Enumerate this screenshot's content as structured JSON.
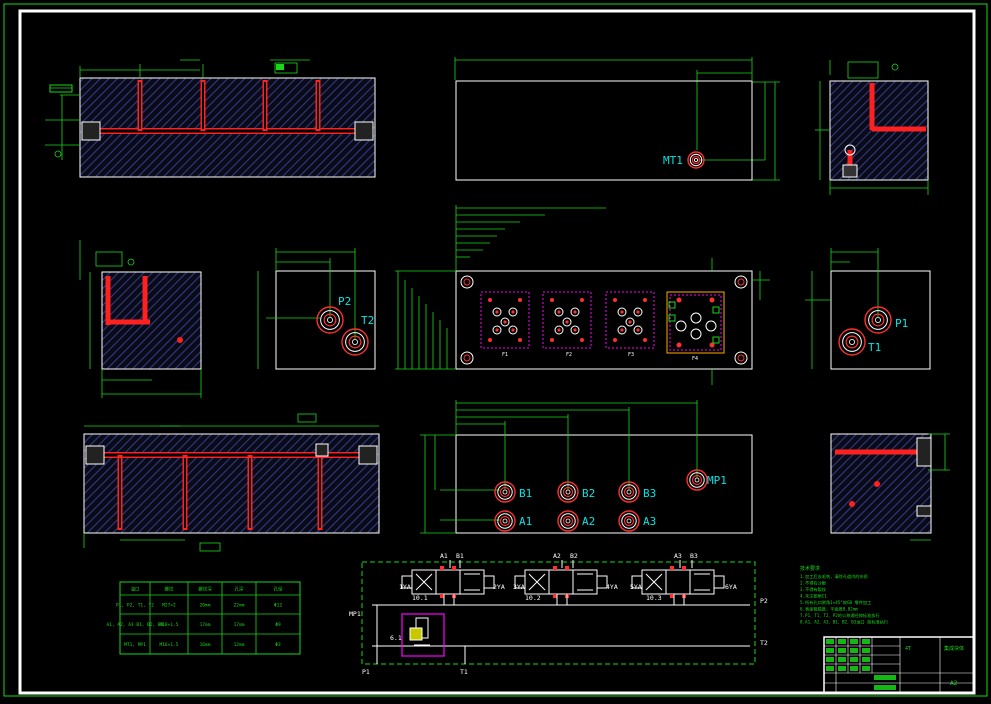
{
  "sheet": {
    "colors": {
      "background": "#000000",
      "frame": "#ffffff",
      "body_outline": "#ffffff",
      "dimension": "#00cc00",
      "hidden_channel": "#ff2020",
      "port_label": "#00e5e5",
      "hatch": "#3a4a8a",
      "valve_outline": "#ff00ff"
    }
  },
  "labels": {
    "mt1": "MT1",
    "p2": "P2",
    "t2": "T2",
    "p1": "P1",
    "t1": "T1",
    "mp1": "MP1",
    "b1": "B1",
    "b2": "B2",
    "b3": "B3",
    "a1": "A1",
    "a2": "A2",
    "a3": "A3",
    "f1": "F1",
    "f2": "F2",
    "f3": "F3",
    "f4": "F4"
  },
  "schematic": {
    "a1": "A1",
    "b1": "B1",
    "a2": "A2",
    "b2": "B2",
    "a3": "A3",
    "b3": "B3",
    "sol_1ya": "1YA",
    "sol_2ya": "2YA",
    "sol_3ya": "3YA",
    "sol_4ya": "4YA",
    "sol_5ya": "5YA",
    "sol_6ya": "6YA",
    "v101": "10.1",
    "v102": "10.2",
    "v103": "10.3",
    "v61": "6.1",
    "mp1": "MP1",
    "p2": "P2",
    "t2": "T2",
    "p1": "P1",
    "t1": "T1"
  },
  "table": {
    "rows": [
      [
        "油口",
        "螺纹",
        "螺纹深",
        "孔深",
        "孔径"
      ],
      [
        "P1, P2, T1, T2",
        "M27×2",
        "20mm",
        "22mm",
        "Φ12"
      ],
      [
        "A1, A2, A3 B1, B2, B3",
        "M18×1.5",
        "17mm",
        "17mm",
        "Φ9"
      ],
      [
        "MT1, MP1",
        "M16×1.5",
        "16mm",
        "12mm",
        "Φ3"
      ]
    ]
  },
  "notes": {
    "title": "技术要求",
    "lines": [
      "1.加工后去毛刺，清除孔道内的杂质",
      "2.不得有沙眼",
      "3.不得有裂纹",
      "4.未注倒角C1",
      "5.所有孔口倒角1×45°按GB 零件加工",
      "6.表面粗糙度，平面度0.02mm",
      "7.P1、T1、T2、P2的公称通径按标准执行",
      "8.A1、A2、A3、B1、B2、B3油口 按标准执行"
    ]
  },
  "title_block": {
    "part_name": "集成块体",
    "scale": "A2",
    "ref": "4T"
  }
}
